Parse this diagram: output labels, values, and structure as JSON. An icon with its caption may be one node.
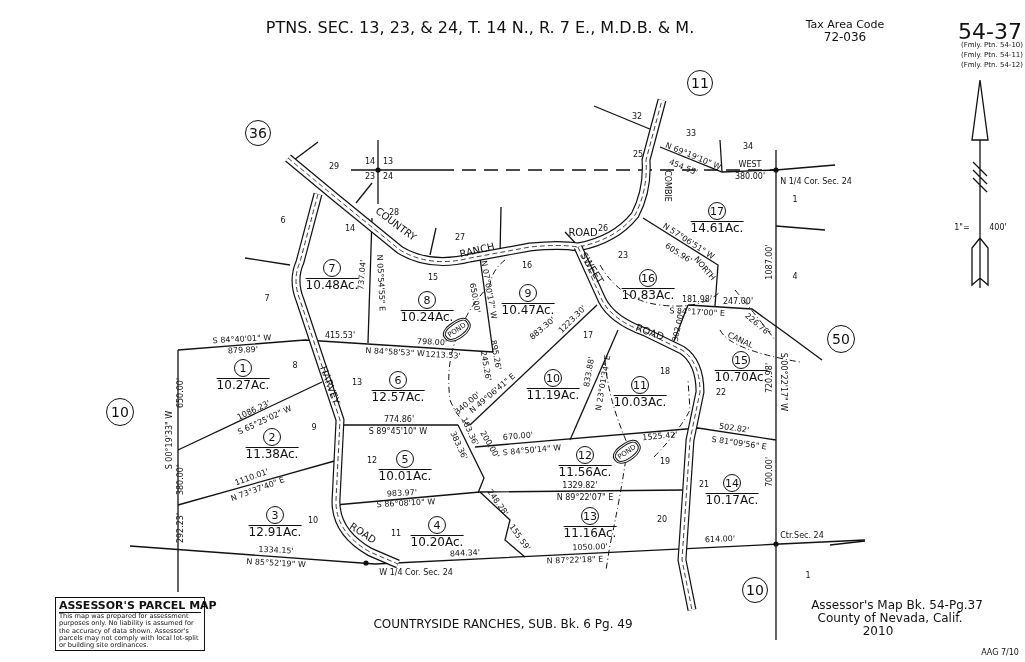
{
  "diagram": {
    "title": "PTNS. SEC. 13, 23, & 24, T. 14 N., R. 7 E., M.D.B. & M.",
    "nodes": [
      {
        "text": [
          "36"
        ]
      },
      {
        "text": [
          "11"
        ]
      },
      {
        "text": [
          "17"
        ],
        "beside": [
          "14.61Ac."
        ]
      },
      {
        "text": [
          "7"
        ],
        "beside": [
          "10.48Ac."
        ]
      },
      {
        "text": [
          "16"
        ],
        "beside": [
          "10.83Ac."
        ]
      },
      {
        "text": [
          "8"
        ],
        "beside": [
          "10.24Ac."
        ]
      },
      {
        "text": [
          "9"
        ],
        "beside": [
          "10.47Ac."
        ]
      },
      {
        "text": [
          "POND"
        ]
      },
      {
        "text": [
          "50"
        ]
      },
      {
        "text": [
          "15"
        ],
        "beside": [
          "10.70Ac."
        ]
      },
      {
        "text": [
          "1"
        ],
        "beside": [
          "10.27Ac."
        ]
      },
      {
        "text": [
          "6"
        ],
        "beside": [
          "12.57Ac."
        ]
      },
      {
        "text": [
          "10"
        ],
        "beside": [
          "11.19Ac."
        ]
      },
      {
        "text": [
          "11"
        ],
        "beside": [
          "10.03Ac."
        ]
      },
      {
        "text": [
          "10"
        ]
      },
      {
        "text": [
          "2"
        ],
        "beside": [
          "11.38Ac."
        ]
      },
      {
        "text": [
          "POND"
        ]
      },
      {
        "text": [
          "12"
        ],
        "beside": [
          "11.56Ac."
        ]
      },
      {
        "text": [
          "5"
        ],
        "beside": [
          "10.01Ac."
        ]
      },
      {
        "text": [
          "14"
        ],
        "beside": [
          "10.17Ac."
        ]
      },
      {
        "text": [
          "3"
        ],
        "beside": [
          "12.91Ac."
        ]
      },
      {
        "text": [
          "4"
        ],
        "beside": [
          "10.20Ac."
        ]
      },
      {
        "text": [
          "13"
        ],
        "beside": [
          "11.16Ac."
        ]
      },
      {
        "text": [
          "10"
        ]
      },
      {
        "text": [
          "ASSESSOR'S PARCEL MAP",
          "This map was prepared for assessment purposes only. No liability is assumed for the accuracy of data shown. Assessor's parcels may not comply with local lot-split or building site ordinances."
        ]
      }
    ],
    "labels": [
      "Tax Area Code",
      "72-036",
      "54-37",
      "(Fmly. Ptn. 54-10)",
      "(Fmly. Ptn. 54-11)",
      "(Fmly. Ptn. 54-12)",
      "32",
      "33",
      "34",
      "25",
      "N 69°19'10\" W",
      "454.55'",
      "WEST",
      "380.00'",
      "N 1/4 Cor. Sec. 24",
      "29",
      "14",
      "13",
      "23",
      "24",
      "1",
      "COMBIE",
      "6",
      "28",
      "14",
      "COUNTRY",
      "27",
      "RANCH",
      "ROAD",
      "26",
      "SWEET",
      "23",
      "N 57°06'51\" W",
      "605.96'",
      "NORTH",
      "1087.00'",
      "4",
      "737.04'",
      "N 05°54'55\" E",
      "15",
      "16",
      "650.00'",
      "N 07°00'17\" W",
      "7",
      "181.98'",
      "247.00'",
      "S 84°17'00\" E",
      "226.76'",
      "302.00'",
      "CANAL",
      "ROAD",
      "17",
      "S 84°40'01\" W",
      "879.89'",
      "415.53'",
      "N 84°58'53\" W",
      "798.00'",
      "1213.53'",
      "895.26'",
      "245.26'",
      "883.30'",
      "1223.30'",
      "8",
      "HARVEY",
      "13",
      "833.88'",
      "N 23°01'34\" E",
      "18",
      "22",
      "720.98'",
      "S 00°22'17\" W",
      "650.00'",
      "S 00°19'33\" W",
      "380.00'",
      "292.23'",
      "1086.23'",
      "S 65°25'02\" W",
      "9",
      "774.86'",
      "S 89°45'10\" W",
      "340.00'",
      "N 49°06'41\" E",
      "183.36'",
      "383.36'",
      "200.00'",
      "670.00'",
      "S 84°50'14\" W",
      "1525.42'",
      "502.82'",
      "S 81°09'56\" E",
      "12",
      "19",
      "1110.01'",
      "N 73°37'40\" E",
      "21",
      "700.00'",
      "983.97'",
      "S 86°08'10\" W",
      "1329.82'",
      "N 89°22'07\" E",
      "248.28'",
      "10",
      "ROAD",
      "11",
      "20",
      "155.59'",
      "1334.15'",
      "N 85°52'19\" W",
      "844.34'",
      "1050.00'",
      "N 87°22'18\" E",
      "614.00'",
      "Ctr.Sec. 24",
      "W 1/4 Cor. Sec. 24",
      "1",
      "1\"=",
      "400'",
      "COUNTRYSIDE RANCHES, SUB. Bk. 6 Pg. 49",
      "Assessor's Map Bk. 54-Pg.37",
      "County of Nevada, Calif.",
      "2010",
      "AAG 7/10"
    ]
  }
}
